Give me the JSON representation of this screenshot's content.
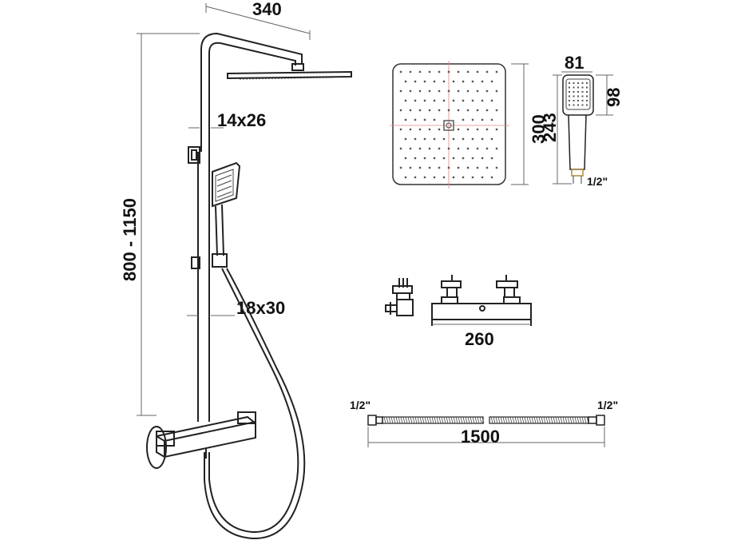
{
  "labels": {
    "head_width": "340",
    "arm_section_upper": "14x26",
    "height_range": "800 - 1150",
    "arm_section_lower": "18x30",
    "head_size": "300",
    "hand_width": "81",
    "hand_head_height": "98",
    "hand_length": "243",
    "hand_thread": "1/2\"",
    "mixer_width": "260",
    "hose_thread_left": "1/2\"",
    "hose_thread_right": "1/2\"",
    "hose_length": "1500"
  }
}
